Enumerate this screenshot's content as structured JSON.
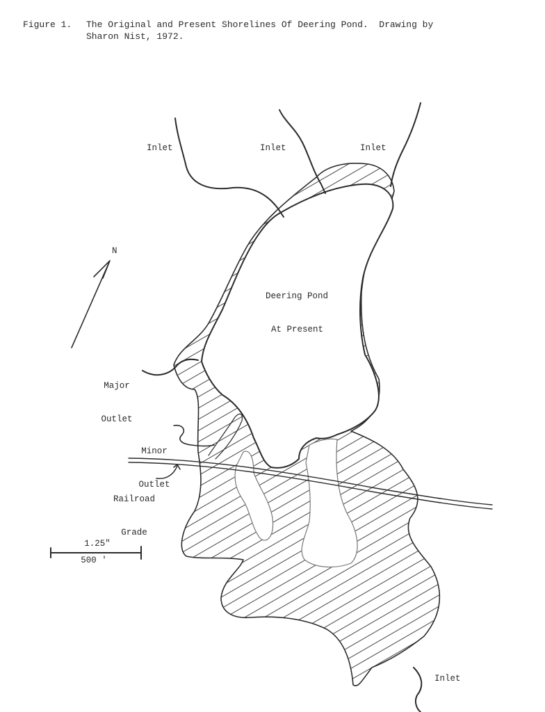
{
  "caption": {
    "figure_label": "Figure 1.",
    "line1": "The Original and Present Shorelines Of Deering Pond.  Drawing by",
    "line2": "Sharon Nist, 1972."
  },
  "labels": {
    "inlet_nw": "Inlet",
    "inlet_n": "Inlet",
    "inlet_ne": "Inlet",
    "inlet_s": "Inlet",
    "pond_line1": "Deering Pond",
    "pond_line2": "At Present",
    "major_outlet_1": "Major",
    "major_outlet_2": "Outlet",
    "minor_outlet_1": "Minor",
    "minor_outlet_2": "Outlet",
    "railroad_1": "Railroad",
    "railroad_2": "Grade",
    "north": "N"
  },
  "scale": {
    "top": "1.25\"",
    "bottom": "500 '"
  },
  "colors": {
    "ink": "#2a2a2a",
    "paper": "#ffffff"
  }
}
